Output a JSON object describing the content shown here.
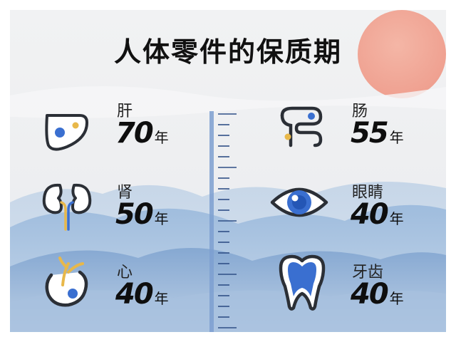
{
  "title": "人体零件的保质期",
  "organs": [
    {
      "name": "肝",
      "years": "70",
      "unit": "年",
      "icon": "liver-icon"
    },
    {
      "name": "肠",
      "years": "55",
      "unit": "年",
      "icon": "intestine-icon"
    },
    {
      "name": "肾",
      "years": "50",
      "unit": "年",
      "icon": "kidney-icon"
    },
    {
      "name": "眼睛",
      "years": "40",
      "unit": "年",
      "icon": "eye-icon"
    },
    {
      "name": "心",
      "years": "40",
      "unit": "年",
      "icon": "heart-icon"
    },
    {
      "name": "牙齿",
      "years": "40",
      "unit": "年",
      "icon": "tooth-icon"
    }
  ],
  "colors": {
    "sun": "#f2a99a",
    "mountain": "#8fb0d6",
    "icon_stroke": "#2b2f36",
    "icon_blue": "#3a6fd0",
    "icon_yellow": "#e8b84a"
  }
}
